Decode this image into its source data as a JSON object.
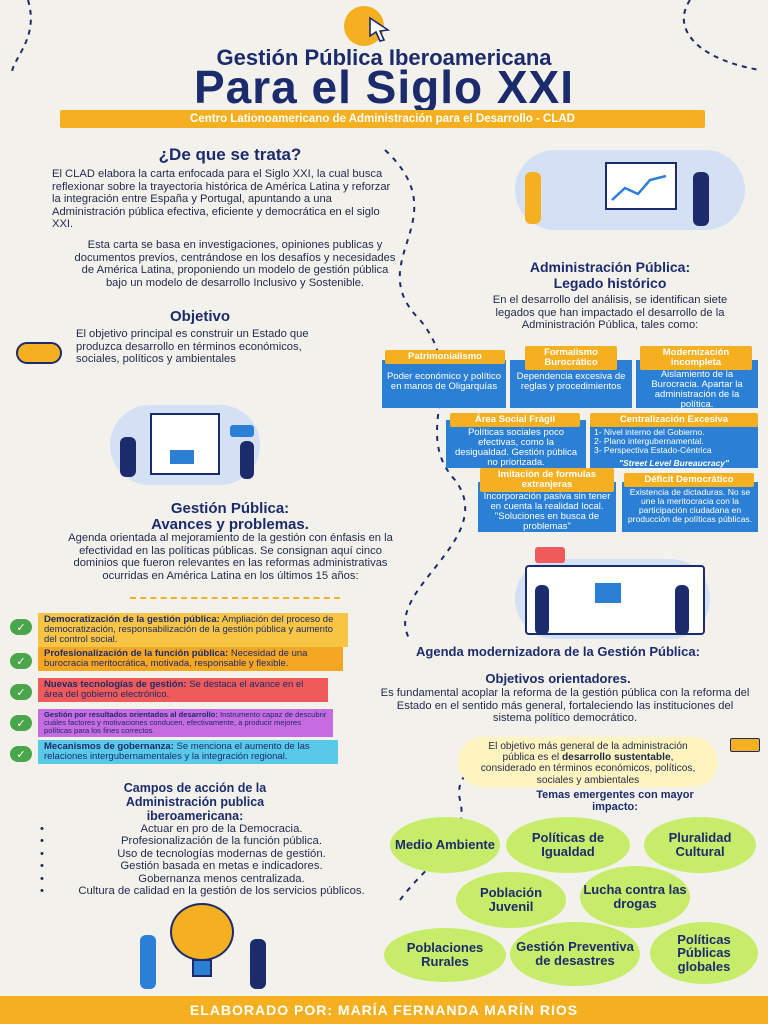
{
  "header": {
    "subtitle": "Gestión Pública Iberoamericana",
    "title": "Para el Siglo XXI",
    "banner": "Centro Lationoamericano de Administración para el Desarrollo - CLAD"
  },
  "que_se_trata": {
    "heading": "¿De que se trata?",
    "p1": "El CLAD elabora la carta enfocada para el Siglo XXI, la cual busca reflexionar sobre la trayectoria histórica de América Latina y reforzar la integración entre España y Portugal, apuntando a una Administración pública efectiva, eficiente y democrática en el siglo XXI.",
    "p2": "Esta carta se basa en investigaciones, opiniones publicas y documentos previos, centrándose en los desafíos y necesidades de América Latina, proponiendo un modelo de gestión pública bajo un modelo de desarrollo Inclusivo y Sostenible."
  },
  "objetivo": {
    "heading": "Objetivo",
    "text": "El objetivo principal es construir un Estado que produzca desarrollo en términos económicos, sociales, políticos y ambientales"
  },
  "legado": {
    "heading1": "Administración Pública:",
    "heading2": "Legado histórico",
    "intro": "En el desarrollo del análisis, se identifican siete legados que han impactado el desarrollo de la Administración Pública, tales como:",
    "items": [
      {
        "tag": "Patrimonialismo",
        "text": "Poder económico y político en manos de Oligarquías"
      },
      {
        "tag": "Formalismo Burocrático",
        "text": "Dependencia excesiva de reglas y procedimientos"
      },
      {
        "tag": "Modernización incompleta",
        "text": "Aislamiento de la Burocracia. Apartar la administración de la política."
      },
      {
        "tag": "Área Social Frágil",
        "text": "Políticas sociales poco efectivas, como la desigualdad. Gestión pública no priorizada."
      },
      {
        "tag": "Centralización Excesiva",
        "lines": [
          "1- Nivel interno del Gobierno.",
          "2- Plano intergubernamental.",
          "3- Perspectiva Estado-Céntrica"
        ],
        "quote": "\"Street Level Bureaucracy\""
      },
      {
        "tag": "Imitación de formulas extranjeras",
        "text": "Incorporación pasiva sin tener en cuenta la realidad local. \"Soluciones en busca de problemas\""
      },
      {
        "tag": "Déficit Democrático",
        "text": "Existencia de dictaduras. No se une la meritocracia con la participación ciudadana en producción de políticas públicas."
      }
    ]
  },
  "avances": {
    "heading1": "Gestión Pública:",
    "heading2": "Avances y problemas.",
    "text": "Agenda orientada al mejoramiento de la gestión con énfasis en la efectividad en las políticas públicas. Se consignan aquí cinco dominios que fueron relevantes en las reformas administrativas ocurridas en América Latina en los últimos 15 años:",
    "rows": [
      {
        "title": "Democratización de la gestión pública:",
        "text": "Ampliación del proceso de democratización, responsabilización de la gestión pública y aumento del control social.",
        "color": "#f7c444"
      },
      {
        "title": "Profesionalización de la función pública:",
        "text": "Necesidad de una burocracia meritocrática, motivada, responsable y flexible.",
        "color": "#f5a623"
      },
      {
        "title": "Nuevas tecnologías de gestión:",
        "text": "Se destaca el avance en el área del gobierno electrónico.",
        "color": "#ef5a5a"
      },
      {
        "title": "Gestión por resultados orientados al desarrollo:",
        "text": "Instrumento capaz de descubrir cuáles factores y motivaciones conducen, efectivamente, a producir mejores políticas para los fines correctos.",
        "color": "#c66be0"
      },
      {
        "title": "Mecanismos de gobernanza:",
        "text": "Se menciona el aumento de las relaciones intergubernamentales y la integración regional.",
        "color": "#59c9e8"
      }
    ]
  },
  "campos": {
    "heading": "Campos de acción de la Administración publica iberoamericana:",
    "items": [
      "Actuar en pro de la Democracia.",
      "Profesionalización de la función pública.",
      "Uso de tecnologías modernas de gestión.",
      "Gestión basada en metas e indicadores.",
      "Gobernanza menos centralizada.",
      "Cultura de calidad en la gestión de los servicios públicos."
    ]
  },
  "agenda": {
    "heading1": "Agenda modernizadora de la Gestión Pública:",
    "heading2": "Objetivos orientadores.",
    "text": "Es fundamental acoplar la reforma de la gestión pública con la reforma del Estado en el sentido más general, fortaleciendo las instituciones del sistema político democrático.",
    "note_pre": "El objetivo más general de la administración pública es el ",
    "note_bold": "desarrollo sustentable",
    "note_post": ", considerado en términos económicos, políticos, sociales y ambientales",
    "temas_heading": "Temas emergentes con mayor impacto:",
    "temas": [
      "Medio Ambiente",
      "Políticas de Igualdad",
      "Pluralidad Cultural",
      "Población Juvenil",
      "Lucha contra las drogas",
      "Poblaciones Rurales",
      "Gestión Preventiva de desastres",
      "Políticas Públicas globales"
    ]
  },
  "footer": {
    "text": "ELABORADO POR: MARÍA FERNANDA MARÍN RIOS"
  },
  "colors": {
    "navy": "#1c2b6b",
    "accent_yellow": "#f5b021",
    "box_blue": "#2b7fd4",
    "green_bubble": "#c7ec6a"
  }
}
